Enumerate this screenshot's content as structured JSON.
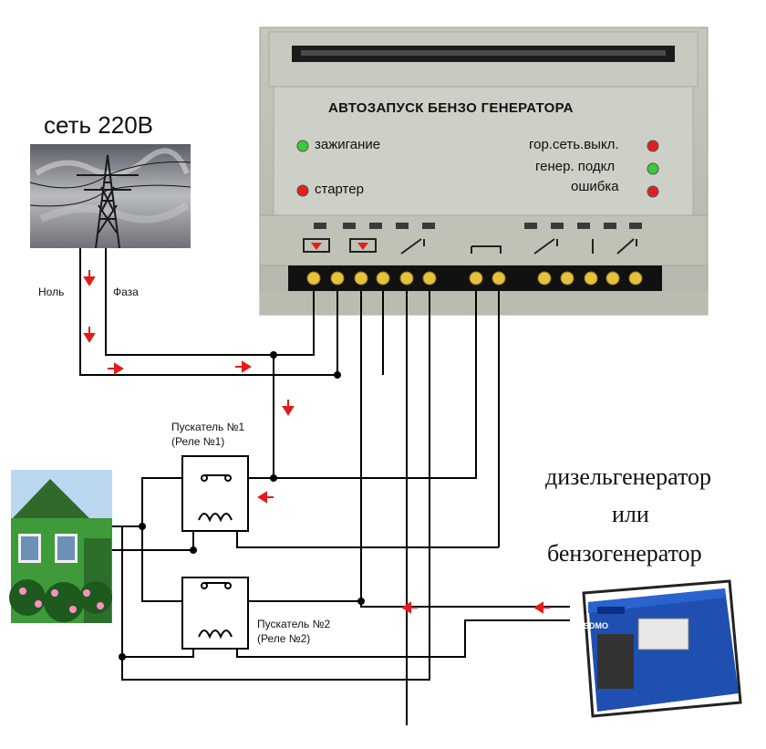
{
  "mains": {
    "title": "сеть 220В",
    "neutral_label": "Ноль",
    "phase_label": "Фаза"
  },
  "device": {
    "title": "АВТОЗАПУСК БЕНЗО ГЕНЕРАТОРА",
    "leds": [
      {
        "label": "зажигание",
        "color": "#3ec83e"
      },
      {
        "label": "стартер",
        "color": "#e02020"
      },
      {
        "label": "гор.сеть.выкл.",
        "color": "#e02020"
      },
      {
        "label": "генер. подкл",
        "color": "#3ec83e"
      },
      {
        "label": "ошибка",
        "color": "#e02020"
      }
    ]
  },
  "starters": [
    {
      "line1": "Пускатель №1",
      "line2": "(Реле №1)"
    },
    {
      "line1": "Пускатель №2",
      "line2": "(Реле №2)"
    }
  ],
  "generator": {
    "line1": "дизельгенератор",
    "line2": "или",
    "line3": "бензогенератор",
    "brand": "SDMO"
  },
  "colors": {
    "housing": "#c9cdc2",
    "arrow": "#e41b1b",
    "wire": "#000000"
  }
}
